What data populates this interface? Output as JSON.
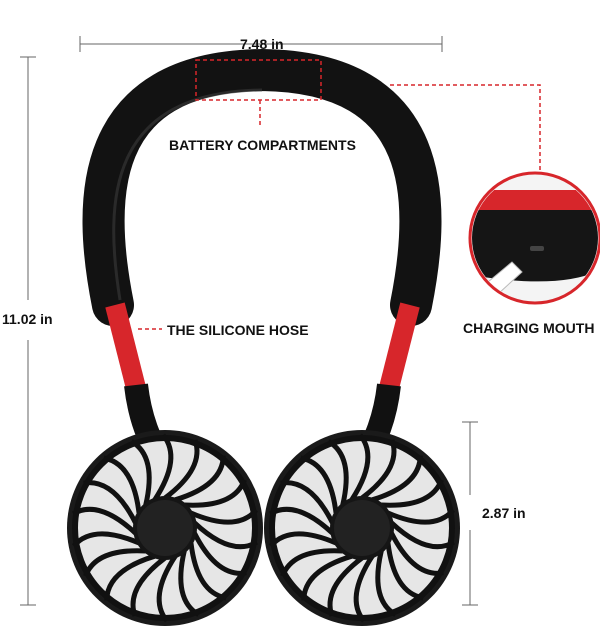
{
  "dimensions": {
    "width": "7.48 in",
    "height": "11.02 in",
    "fan_diameter": "2.87 in"
  },
  "callouts": {
    "battery": "BATTERY COMPARTMENTS",
    "hose": "THE SILICONE HOSE",
    "charging": "CHARGING MOUTH"
  },
  "colors": {
    "accent": "#d7262b",
    "body": "#111111"
  }
}
